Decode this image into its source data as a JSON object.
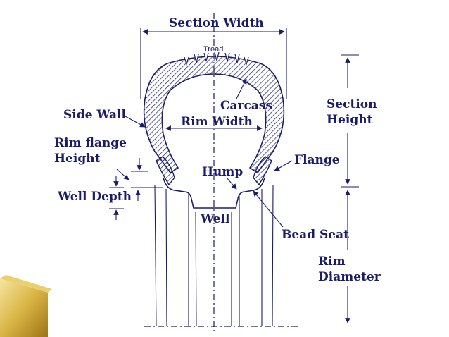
{
  "labels": {
    "section_width": "Section Width",
    "tread": "Tread",
    "carcass": "Carcass",
    "section_height_1": "Section",
    "section_height_2": "Height",
    "side_wall": "Side Wall",
    "rim_width": "Rim Width",
    "rim_flange_height_1": "Rim flange",
    "rim_flange_height_2": "Height",
    "flange": "Flange",
    "hump": "Hump",
    "well_depth": "Well Depth",
    "well": "Well",
    "bead_seat": "Bead Seat",
    "rim_diameter_1": "Rim",
    "rim_diameter_2": "Diameter"
  },
  "colors": {
    "ink": "#1b1b6b",
    "hatch": "#1b1b6b",
    "corner_gold_light": "#f2dd8a",
    "corner_gold_dark": "#b8901c"
  }
}
